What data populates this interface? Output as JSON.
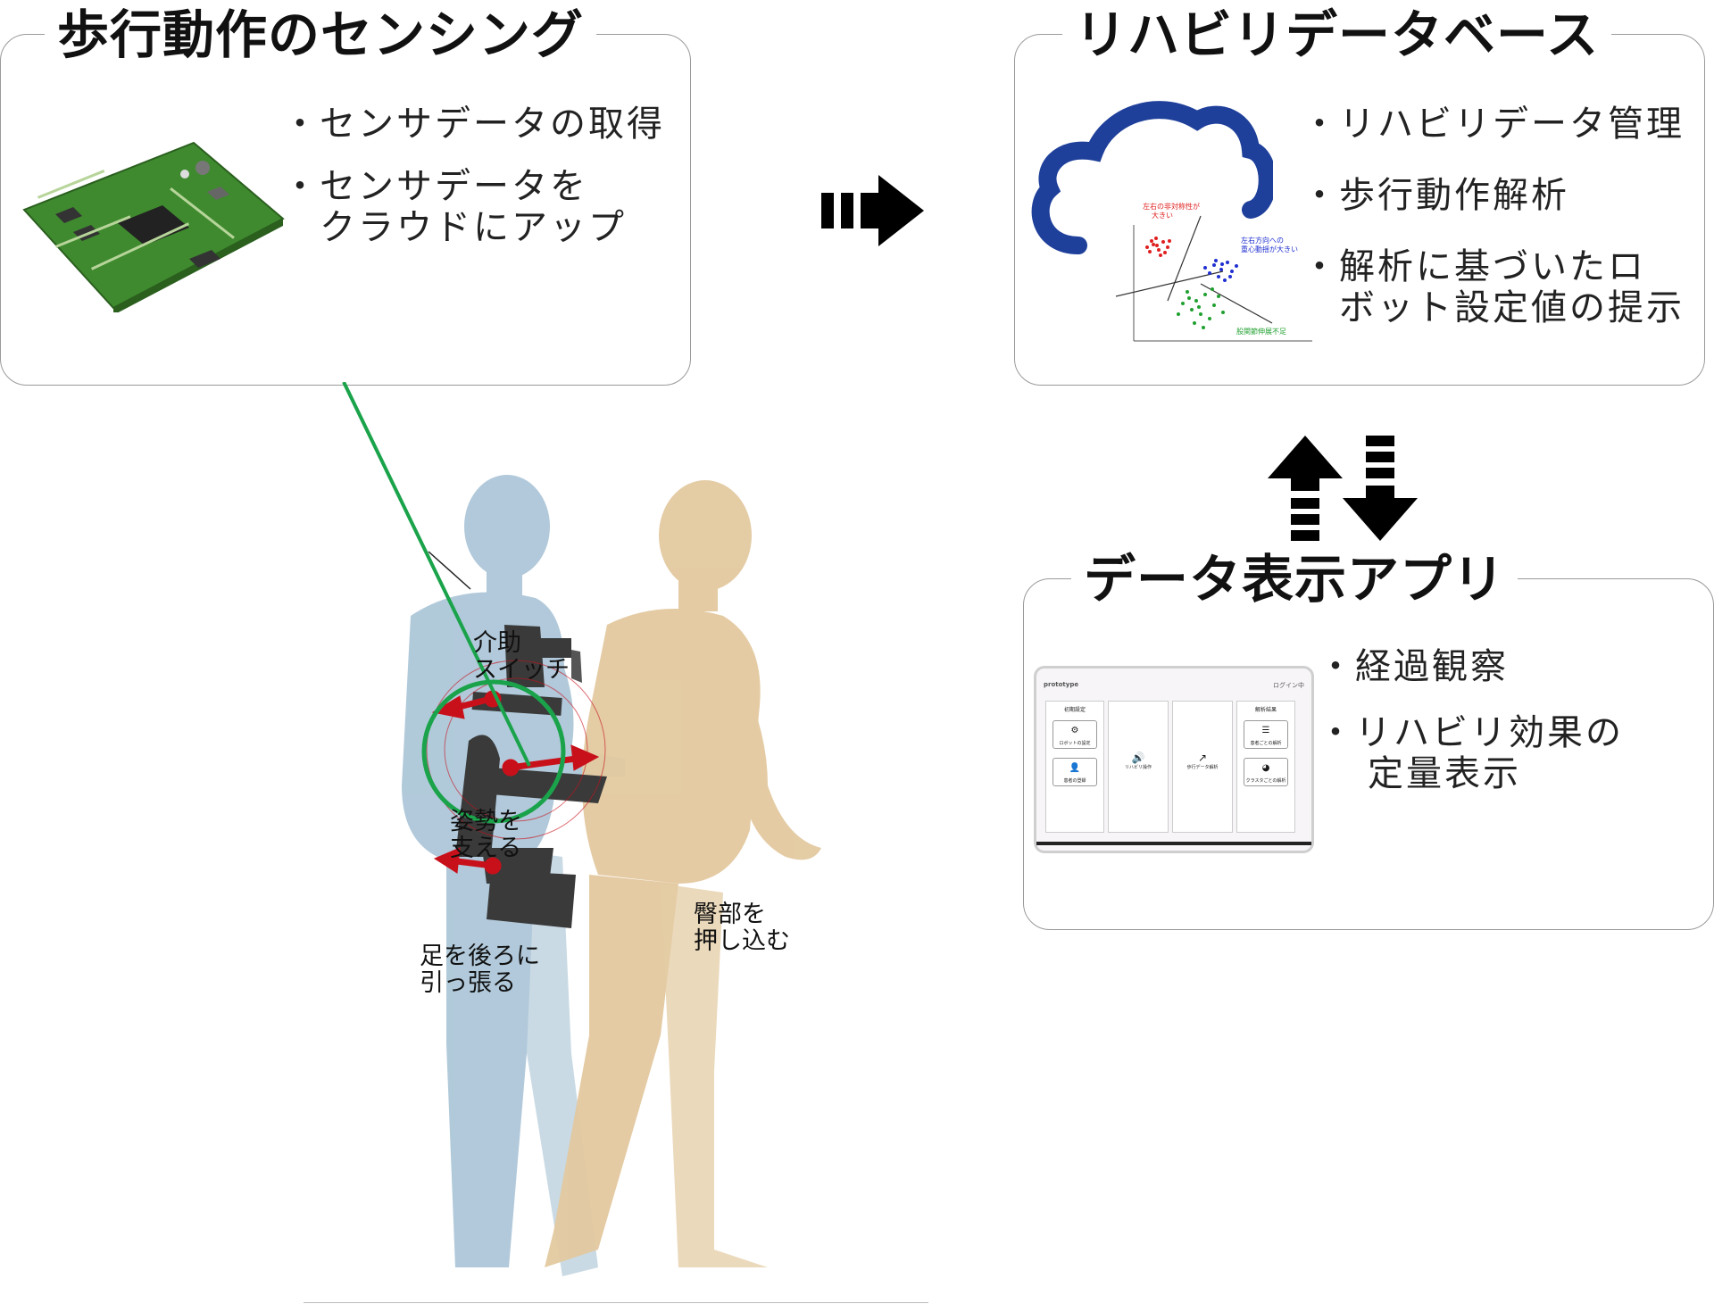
{
  "sensing": {
    "title": "歩行動作のセンシング",
    "bullets": [
      {
        "lines": [
          "センサデータの取得"
        ]
      },
      {
        "lines": [
          "センサデータを",
          "クラウドにアップ"
        ]
      }
    ]
  },
  "database": {
    "title": "リハビリデータベース",
    "bullets": [
      {
        "lines": [
          "リハビリデータ管理"
        ]
      },
      {
        "lines": [
          "歩行動作解析"
        ]
      },
      {
        "lines": [
          "解析に基づいたロ",
          "ボット設定値の提示"
        ]
      }
    ],
    "scatter": {
      "label_red": [
        "左右の非対称性が",
        "大きい"
      ],
      "label_blue": [
        "左右方向への",
        "重心動揺が大きい"
      ],
      "label_green": [
        "股関節伸展不足"
      ]
    }
  },
  "app": {
    "title": "データ表示アプリ",
    "bullets": [
      {
        "lines": [
          "経過観察"
        ]
      },
      {
        "lines": [
          "リハビリ効果の",
          "定量表示"
        ]
      }
    ],
    "tablet": {
      "app_name": "prototype",
      "header_right": "ログイン中",
      "left_header": "初期設定",
      "right_header": "解析結果",
      "robot_settings": "ロボットの設定",
      "patient_register": "患者の登録",
      "rehab_operation": "リハビリ操作",
      "gait_analysis": "歩行データ解析",
      "patient_results": "患者ごとの解析",
      "cluster_results": "クラスタごとの解析"
    }
  },
  "figure": {
    "assist_switch": [
      "介助",
      "スイッチ"
    ],
    "support_posture": [
      "姿勢を",
      "支える"
    ],
    "pull_leg": [
      "足を後ろに",
      "引っ張る"
    ],
    "push_hip": [
      "臀部を",
      "押し込む"
    ]
  },
  "colors": {
    "board_green": "#3f8a2f",
    "cloud_blue": "#1e3f9a",
    "connector_green": "#1aa34a",
    "arrow_red": "#c8101a",
    "human_blue": "#a9c4d6",
    "human_tan": "#e3c9a0"
  }
}
